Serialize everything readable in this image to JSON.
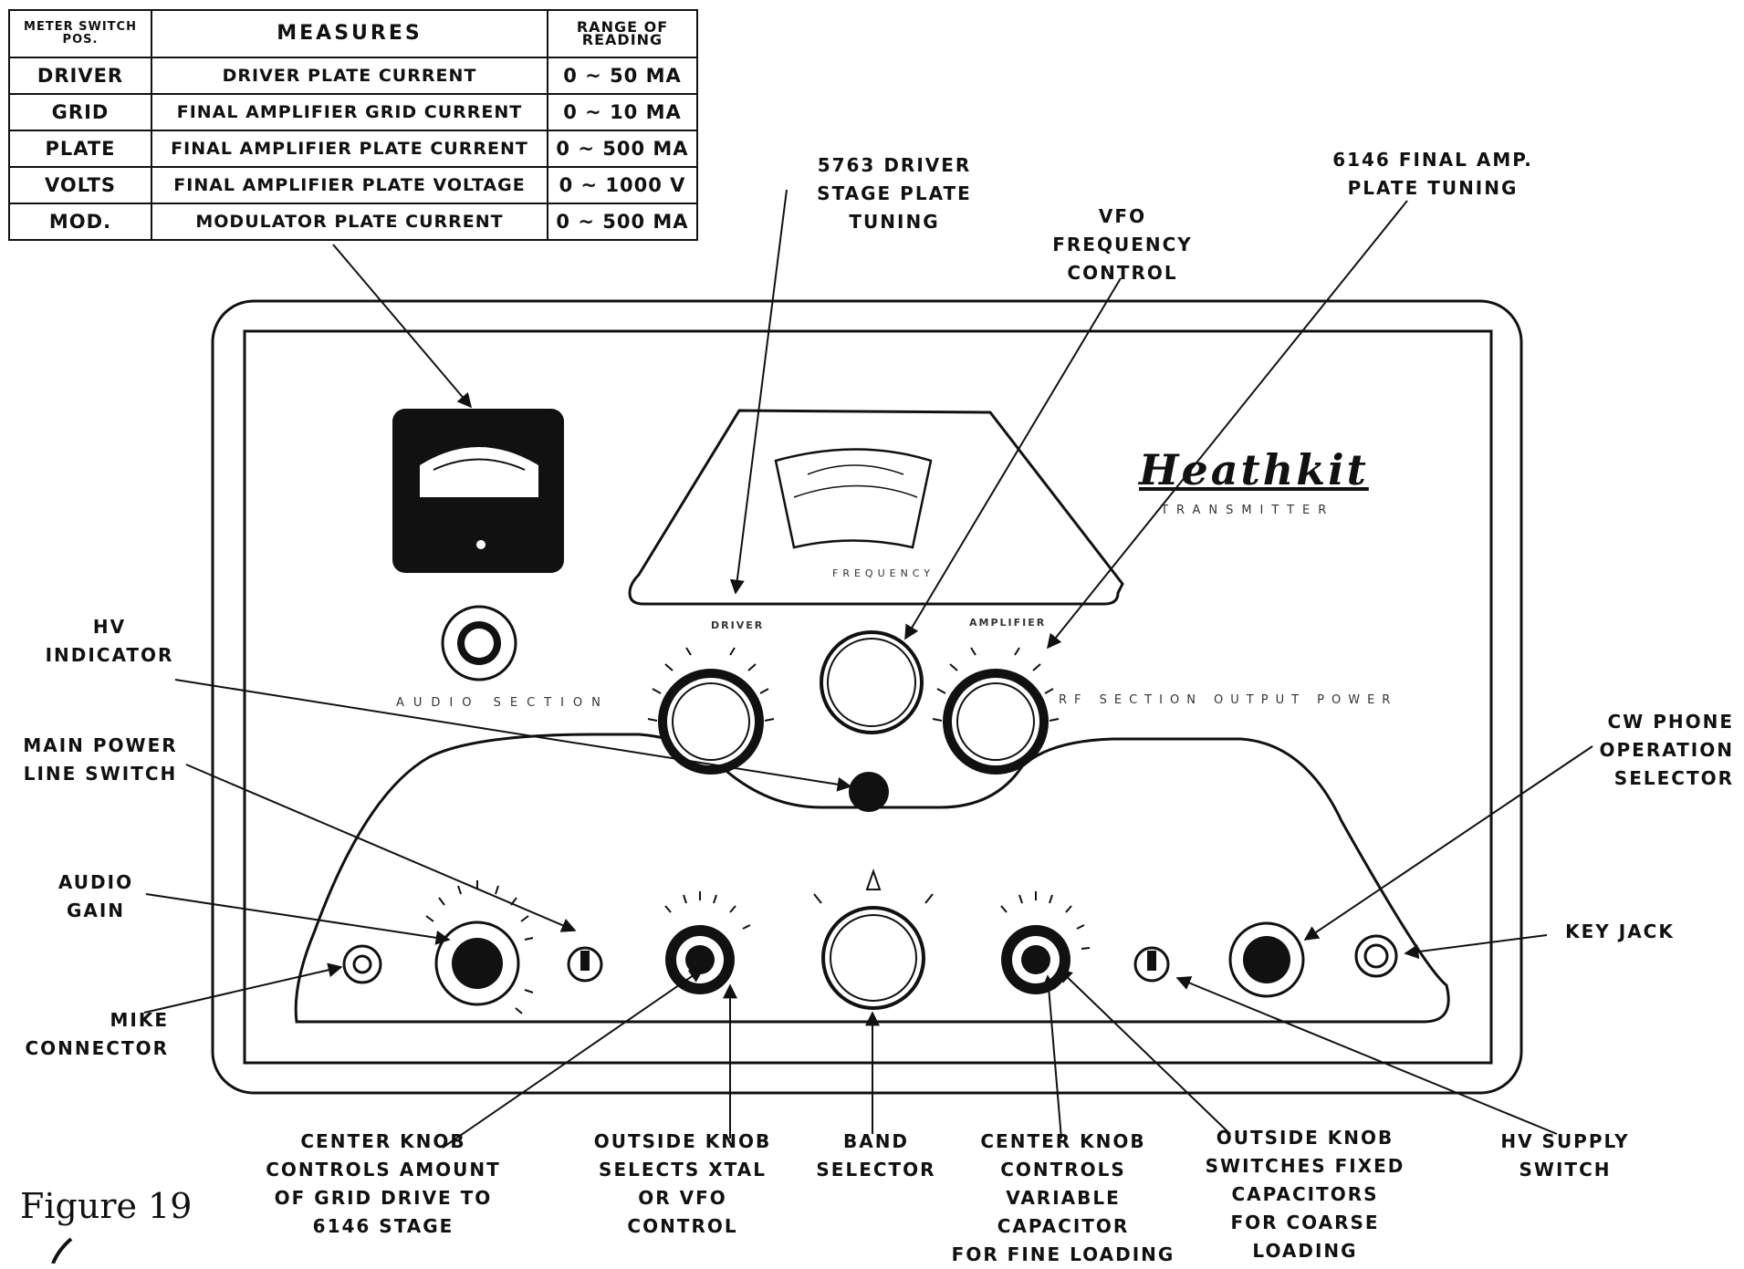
{
  "meter_table": {
    "headers": [
      "METER SWITCH POS.",
      "MEASURES",
      "RANGE OF READING"
    ],
    "rows": [
      {
        "pos": "DRIVER",
        "measures": "DRIVER PLATE CURRENT",
        "range": "0 ~ 50 MA"
      },
      {
        "pos": "GRID",
        "measures": "FINAL AMPLIFIER GRID CURRENT",
        "range": "0 ~ 10 MA"
      },
      {
        "pos": "PLATE",
        "measures": "FINAL AMPLIFIER PLATE CURRENT",
        "range": "0 ~ 500 MA"
      },
      {
        "pos": "VOLTS",
        "measures": "FINAL AMPLIFIER PLATE VOLTAGE",
        "range": "0 ~ 1000 V"
      },
      {
        "pos": "MOD.",
        "measures": "MODULATOR PLATE CURRENT",
        "range": "0 ~ 500 MA"
      }
    ]
  },
  "labels": {
    "driver_tuning": "5763 DRIVER\nSTAGE PLATE TUNING",
    "final_tuning": "6146 FINAL AMP.\nPLATE TUNING",
    "vfo": "VFO\nFREQUENCY\nCONTROL",
    "hv_indicator": "HV\nINDICATOR",
    "main_power": "MAIN POWER\nLINE SWITCH",
    "audio_gain": "AUDIO\nGAIN",
    "mike": "MIKE\nCONNECTOR",
    "cw_phone": "CW PHONE\nOPERATION\nSELECTOR",
    "key_jack": "KEY JACK",
    "grid_drive": "CENTER KNOB\nCONTROLS AMOUNT\nOF GRID DRIVE TO\n6146 STAGE",
    "xtal_vfo": "OUTSIDE KNOB\nSELECTS XTAL\nOR VFO CONTROL",
    "band": "BAND\nSELECTOR",
    "fine_loading": "CENTER KNOB\nCONTROLS\nVARIABLE\nCAPACITOR\nFOR FINE LOADING",
    "coarse_loading": "OUTSIDE KNOB\nSWITCHES FIXED\nCAPACITORS\nFOR COARSE\nLOADING",
    "hv_supply": "HV SUPPLY\nSWITCH"
  },
  "panel": {
    "logo": "Heathkit",
    "logo_sub": "TRANSMITTER",
    "frequency": "FREQUENCY",
    "driver": "DRIVER",
    "amplifier": "AMPLIFIER",
    "audio_section": "AUDIO SECTION",
    "rf_section": "RF SECTION OUTPUT POWER"
  },
  "caption": "Figure 19"
}
